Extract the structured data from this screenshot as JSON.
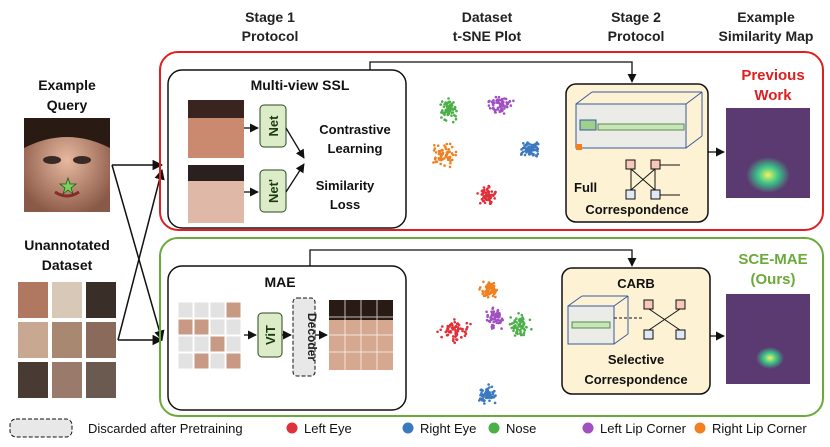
{
  "headers": {
    "stage1": [
      "Stage 1",
      "Protocol"
    ],
    "dataset": [
      "Dataset",
      "t-SNE Plot"
    ],
    "stage2": [
      "Stage 2",
      "Protocol"
    ],
    "similarity": [
      "Example",
      "Similarity Map"
    ]
  },
  "left": {
    "query": [
      "Example",
      "Query"
    ],
    "unannotated": [
      "Unannotated",
      "Dataset"
    ]
  },
  "top_row": {
    "title": "Multi-view SSL",
    "net1": "Net",
    "net2": "Net'",
    "loss_lines": [
      "Contrastive",
      "Learning",
      "Similarity",
      "Loss"
    ],
    "corr": [
      "Full",
      "Correspondence"
    ],
    "tag": [
      "Previous",
      "Work"
    ],
    "accent": "#e02020"
  },
  "bottom_row": {
    "title": "MAE",
    "vit": "ViT",
    "decoder": "Decoder",
    "carb": "CARB",
    "corr": [
      "Selective",
      "Correspondence"
    ],
    "tag": [
      "SCE-MAE",
      "(Ours)"
    ],
    "accent": "#6aaa3a"
  },
  "legend": {
    "discarded": "Discarded after Pretraining",
    "items": [
      {
        "label": "Left Eye",
        "color": "#e0303a"
      },
      {
        "label": "Right Eye",
        "color": "#3a78c0"
      },
      {
        "label": "Nose",
        "color": "#4caf48"
      },
      {
        "label": "Left Lip Corner",
        "color": "#a050c0"
      },
      {
        "label": "Right Lip Corner",
        "color": "#f08020"
      }
    ]
  }
}
